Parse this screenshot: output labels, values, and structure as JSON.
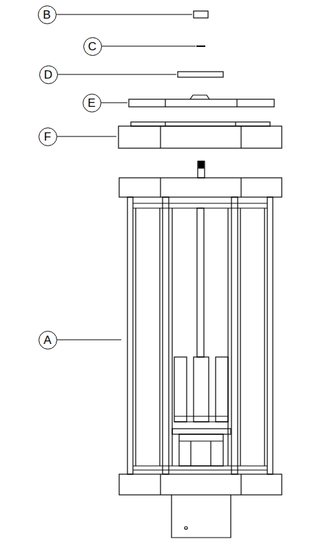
{
  "diagram": {
    "nodes": [
      {
        "text": [
          "B"
        ]
      },
      {
        "text": [
          "C"
        ]
      },
      {
        "text": [
          "D"
        ]
      },
      {
        "text": [
          "E"
        ]
      },
      {
        "text": [
          "F"
        ]
      },
      {
        "text": [
          "A"
        ]
      }
    ]
  }
}
